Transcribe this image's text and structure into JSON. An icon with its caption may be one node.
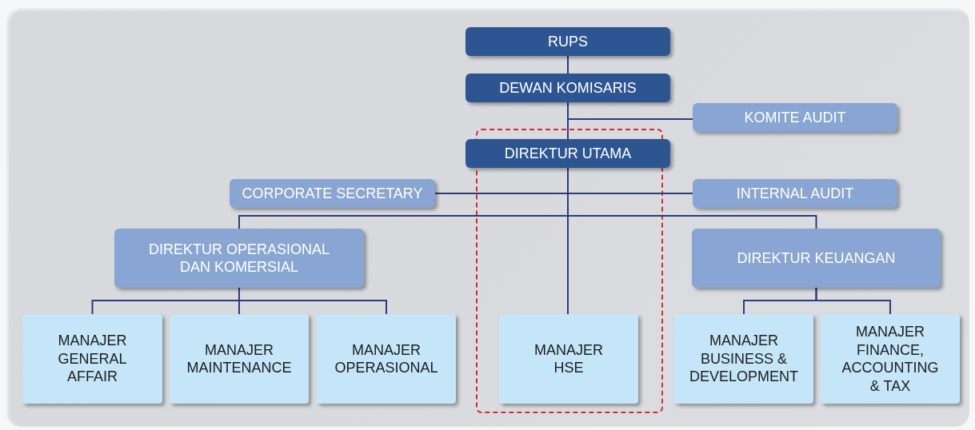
{
  "diagram": {
    "nodes": [
      {
        "text": [
          "RUPS"
        ]
      },
      {
        "text": [
          "DEWAN KOMISARIS"
        ]
      },
      {
        "text": [
          "KOMITE AUDIT"
        ]
      },
      {
        "text": [
          "DIREKTUR UTAMA"
        ]
      },
      {
        "text": [
          "CORPORATE SECRETARY"
        ]
      },
      {
        "text": [
          "INTERNAL AUDIT"
        ]
      },
      {
        "text": [
          "DIREKTUR OPERASIONAL DAN KOMERSIAL"
        ]
      },
      {
        "text": [
          "DIREKTUR KEUANGAN"
        ]
      },
      {
        "text": [
          "MANAJER GENERAL AFFAIR"
        ]
      },
      {
        "text": [
          "MANAJER MAINTENANCE"
        ]
      },
      {
        "text": [
          "MANAJER OPERASIONAL"
        ]
      },
      {
        "text": [
          "MANAJER HSE"
        ]
      },
      {
        "text": [
          "MANAJER BUSINESS & DEVELOPMENT"
        ]
      },
      {
        "text": [
          "MANAJER FINANCE, ACCOUNTING & TAX"
        ]
      }
    ],
    "edges": [
      {
        "from": 0,
        "to": 1,
        "arrow": "none"
      },
      {
        "from": 1,
        "to": 3,
        "arrow": "none"
      },
      {
        "from": 1,
        "to": 2,
        "arrow": "none"
      },
      {
        "from": 3,
        "to": 4,
        "arrow": "none"
      },
      {
        "from": 3,
        "to": 5,
        "arrow": "none"
      },
      {
        "from": 3,
        "to": 6,
        "arrow": "none"
      },
      {
        "from": 3,
        "to": 7,
        "arrow": "none"
      },
      {
        "from": 3,
        "to": 11,
        "arrow": "none"
      },
      {
        "from": 6,
        "to": 8,
        "arrow": "none"
      },
      {
        "from": 6,
        "to": 9,
        "arrow": "none"
      },
      {
        "from": 6,
        "to": 10,
        "arrow": "none"
      },
      {
        "from": 7,
        "to": 12,
        "arrow": "none"
      },
      {
        "from": 7,
        "to": 13,
        "arrow": "none"
      }
    ]
  }
}
